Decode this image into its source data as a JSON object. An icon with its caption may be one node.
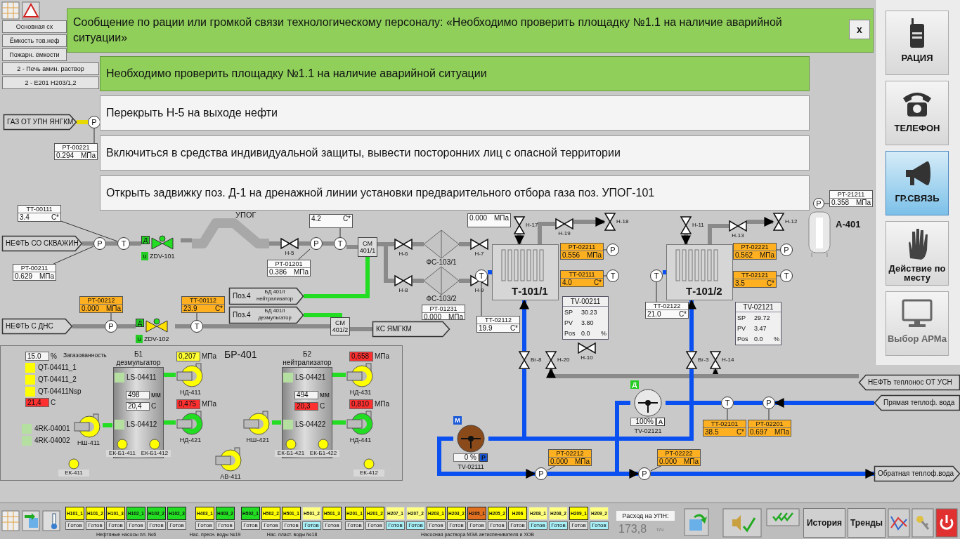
{
  "diagram": {
    "nodes": [
      {
        "text": [
          "Сообщение по рации или громкой связи технологическому персоналу: «Необходимо проверить площадку №1.1 на наличие аварийной ситуации»"
        ]
      },
      {
        "text": [
          "Необходимо проверить площадку №1.1 на наличие аварийной ситуации"
        ]
      },
      {
        "text": [
          "Перекрыть Н-5 на выходе нефти"
        ]
      },
      {
        "text": [
          "Включиться в средства индивидуальной защиты, вывести посторонних лиц с опасной территории"
        ]
      },
      {
        "text": [
          "Открыть задвижку поз. Д-1 на дренажной линии установки предварительного отбора газа поз. УПОГ-101"
        ]
      },
      {
        "text": [
          "РАЦИЯ"
        ]
      },
      {
        "text": [
          "ТЕЛЕФОН"
        ]
      },
      {
        "text": [
          "ГР.СВЯЗЬ"
        ]
      },
      {
        "text": [
          "Действие по месту"
        ]
      },
      {
        "text": [
          "Выбор АРМа"
        ]
      },
      {
        "text": [
          "ГАЗ ОТ УПН ЯНГКМ"
        ]
      },
      {
        "text": [
          "P"
        ]
      },
      {
        "text": [
          "PT-00221",
          "0.294",
          "МПа"
        ]
      },
      {
        "text": [
          "НЕФТЬ СО СКВАЖИН"
        ]
      },
      {
        "text": [
          "P"
        ]
      },
      {
        "text": [
          "T"
        ]
      },
      {
        "text": [
          "TT-00111",
          "3.4",
          "С*"
        ]
      },
      {
        "text": [
          "PT-00211",
          "0.629",
          "МПа"
        ]
      },
      {
        "text": [
          "Д",
          "u",
          "ZDV-101"
        ]
      },
      {
        "text": [
          "УПОГ"
        ]
      },
      {
        "text": [
          "Н-5"
        ]
      },
      {
        "text": [
          "P"
        ]
      },
      {
        "text": [
          "T"
        ]
      },
      {
        "text": [
          "4.2",
          "С*"
        ]
      },
      {
        "text": [
          "PT-01201",
          "0.386",
          "МПа"
        ]
      },
      {
        "text": [
          "СМ 401/1"
        ]
      },
      {
        "text": [
          "Н-6"
        ]
      },
      {
        "text": [
          "ФС-103/1"
        ]
      },
      {
        "text": [
          "Н-7"
        ]
      },
      {
        "text": [
          "Н-8"
        ]
      },
      {
        "text": [
          "ФС-103/2"
        ]
      },
      {
        "text": [
          "Н-9"
        ]
      },
      {
        "text": [
          "0.000",
          "МПа"
        ]
      },
      {
        "text": [
          "PT-01231",
          "0.000",
          "МПа"
        ]
      },
      {
        "text": [
          "Поз.4",
          "БД 401/I нейтрализатор"
        ]
      },
      {
        "text": [
          "Поз.4",
          "БД 401/I дезмульгатор"
        ]
      },
      {
        "text": [
          "НЕФТЬ С ДНС"
        ]
      },
      {
        "text": [
          "P"
        ]
      },
      {
        "text": [
          "PT-00212",
          "0.000",
          "МПа"
        ]
      },
      {
        "text": [
          "Д",
          "u",
          "ZDV-102"
        ]
      },
      {
        "text": [
          "T"
        ]
      },
      {
        "text": [
          "TT-00112",
          "23.9",
          "С*"
        ]
      },
      {
        "text": [
          "СМ 401/2"
        ]
      },
      {
        "text": [
          "КС ЯМГКМ"
        ]
      },
      {
        "text": [
          "БР-401"
        ]
      },
      {
        "text": [
          "Б1 дезмульгатор"
        ],
        "in": 44
      },
      {
        "text": [
          "LS-04411"
        ],
        "in": 45
      },
      {
        "text": [
          "498",
          "мм"
        ],
        "in": 45
      },
      {
        "text": [
          "20,4",
          "С"
        ],
        "in": 45
      },
      {
        "text": [
          "LS-04412"
        ],
        "in": 45
      },
      {
        "text": [
          "ЕК-Б1-411"
        ],
        "in": 45
      },
      {
        "text": [
          "ЕК-Б1-412"
        ],
        "in": 45
      },
      {
        "text": [
          "Б2 нейтрализатор"
        ],
        "in": 44
      },
      {
        "text": [
          "LS-04421"
        ],
        "in": 52
      },
      {
        "text": [
          "494",
          "мм"
        ],
        "in": 52
      },
      {
        "text": [
          "20,3",
          "С"
        ],
        "in": 52
      },
      {
        "text": [
          "LS-04422"
        ],
        "in": 52
      },
      {
        "text": [
          "ЕК-Б1-421"
        ],
        "in": 52
      },
      {
        "text": [
          "ЕК-Б1-422"
        ],
        "in": 52
      },
      {
        "text": [
          "НШ-411"
        ],
        "in": 44
      },
      {
        "text": [
          "НД-411"
        ],
        "in": 44
      },
      {
        "text": [
          "0,207",
          "МПа"
        ],
        "in": 44
      },
      {
        "text": [
          "НД-421"
        ],
        "in": 44
      },
      {
        "text": [
          "0,475",
          "МПа"
        ],
        "in": 44
      },
      {
        "text": [
          "НШ-421"
        ],
        "in": 44
      },
      {
        "text": [
          "НД-431"
        ],
        "in": 44
      },
      {
        "text": [
          "0,658",
          "МПа"
        ],
        "in": 44
      },
      {
        "text": [
          "НД-441"
        ],
        "in": 44
      },
      {
        "text": [
          "0,810",
          "МПа"
        ],
        "in": 44
      },
      {
        "text": [
          "АВ-411"
        ],
        "in": 44
      },
      {
        "text": [
          "ЕК-411"
        ],
        "in": 44
      },
      {
        "text": [
          "ЕК-412"
        ],
        "in": 44
      },
      {
        "text": [
          "15.0",
          "%"
        ],
        "in": 44
      },
      {
        "text": [
          "QT-04411_1"
        ],
        "in": 44
      },
      {
        "text": [
          "QT-04411_2"
        ],
        "in": 44
      },
      {
        "text": [
          "QT-04411Nsp"
        ],
        "in": 44
      },
      {
        "text": [
          "21,4",
          "С"
        ],
        "in": 44
      },
      {
        "text": [
          "4RK-04001"
        ],
        "in": 44
      },
      {
        "text": [
          "4RK-04002"
        ],
        "in": 44
      },
      {
        "text": [
          "Т-101/1"
        ]
      },
      {
        "text": [
          "PT-02211",
          "0.556",
          "МПа"
        ]
      },
      {
        "text": [
          "P"
        ]
      },
      {
        "text": [
          "TT-02111",
          "4.0",
          "С*"
        ]
      },
      {
        "text": [
          "T"
        ]
      },
      {
        "text": [
          "T"
        ]
      },
      {
        "text": [
          "TT-02112",
          "19.9",
          "С*"
        ]
      },
      {
        "text": [
          "TV-00211",
          "SP",
          "30.23",
          "PV",
          "3.80",
          "Pos",
          "0.0",
          "%"
        ]
      },
      {
        "text": [
          "Н-17"
        ]
      },
      {
        "text": [
          "Н-19"
        ]
      },
      {
        "text": [
          "Н-18"
        ]
      },
      {
        "text": [
          "Н-10"
        ]
      },
      {
        "text": [
          "Вг-8"
        ]
      },
      {
        "text": [
          "Н-20"
        ]
      },
      {
        "text": [
          "Т-101/2"
        ]
      },
      {
        "text": [
          "PT-02221",
          "0.562",
          "МПа"
        ]
      },
      {
        "text": [
          "P"
        ]
      },
      {
        "text": [
          "TT-02121",
          "3.5",
          "С*"
        ]
      },
      {
        "text": [
          "T"
        ]
      },
      {
        "text": [
          "T"
        ]
      },
      {
        "text": [
          "TT-02122",
          "21.0",
          "С*"
        ]
      },
      {
        "text": [
          "TV-02121",
          "SP",
          "29.72",
          "PV",
          "3.47",
          "Pos",
          "0.0",
          "%"
        ]
      },
      {
        "text": [
          "Н-11"
        ]
      },
      {
        "text": [
          "Н-13"
        ]
      },
      {
        "text": [
          "Н-12"
        ]
      },
      {
        "text": [
          "Вг-3"
        ]
      },
      {
        "text": [
          "Н-14"
        ]
      },
      {
        "text": [
          "А-401"
        ]
      },
      {
        "text": [
          "PT-21211",
          "0.358",
          "МПа"
        ]
      },
      {
        "text": [
          "P"
        ]
      },
      {
        "text": [
          "Д",
          "100%",
          "A",
          "TV-02121"
        ]
      },
      {
        "text": [
          "M",
          "0 %",
          "P",
          "TV-02111"
        ]
      },
      {
        "text": [
          "T"
        ]
      },
      {
        "text": [
          "P"
        ]
      },
      {
        "text": [
          "TT-02101",
          "38.5",
          "С*"
        ]
      },
      {
        "text": [
          "PT-02201",
          "0.697",
          "МПа"
        ]
      },
      {
        "text": [
          "P"
        ]
      },
      {
        "text": [
          "P"
        ]
      },
      {
        "text": [
          "PT-02212",
          "0.000",
          "МПа"
        ]
      },
      {
        "text": [
          "PT-02222",
          "0.000",
          "МПа"
        ]
      },
      {
        "text": [
          "НЕФТЬ теплонос ОТ УСН"
        ]
      },
      {
        "text": [
          "Прямая теплоф. вода"
        ]
      },
      {
        "text": [
          "Обратная теплоф.вода"
        ]
      }
    ],
    "edges": [
      {
        "from": 10,
        "to": 11,
        "arrow": "none",
        "color": "#e6d800"
      },
      {
        "from": 12,
        "to": 11,
        "arrow": "none"
      },
      {
        "from": 13,
        "to": 14,
        "arrow": "none"
      },
      {
        "from": 14,
        "to": 15,
        "arrow": "none"
      },
      {
        "from": 15,
        "to": 18,
        "arrow": "none"
      },
      {
        "from": 18,
        "to": 19,
        "arrow": "none"
      },
      {
        "from": 19,
        "to": 20,
        "arrow": "none"
      },
      {
        "from": 20,
        "to": 21,
        "arrow": "none"
      },
      {
        "from": 21,
        "to": 22,
        "arrow": "none"
      },
      {
        "from": 22,
        "to": 25,
        "arrow": "none"
      },
      {
        "from": 16,
        "to": 15,
        "arrow": "none"
      },
      {
        "from": 17,
        "to": 14,
        "arrow": "none"
      },
      {
        "from": 23,
        "to": 22,
        "arrow": "none"
      },
      {
        "from": 24,
        "to": 21,
        "arrow": "none"
      },
      {
        "from": 25,
        "to": 26,
        "arrow": "none"
      },
      {
        "from": 26,
        "to": 27,
        "arrow": "none"
      },
      {
        "from": 27,
        "to": 28,
        "arrow": "none"
      },
      {
        "from": 25,
        "to": 29,
        "arrow": "none"
      },
      {
        "from": 29,
        "to": 30,
        "arrow": "none"
      },
      {
        "from": 30,
        "to": 31,
        "arrow": "none"
      },
      {
        "from": 34,
        "to": 25,
        "arrow": "none",
        "color": "#22dd22"
      },
      {
        "from": 35,
        "to": 42,
        "arrow": "none",
        "color": "#22dd22"
      },
      {
        "from": 36,
        "to": 37,
        "arrow": "none"
      },
      {
        "from": 37,
        "to": 39,
        "arrow": "none"
      },
      {
        "from": 39,
        "to": 40,
        "arrow": "none"
      },
      {
        "from": 40,
        "to": 42,
        "arrow": "none"
      },
      {
        "from": 42,
        "to": 43,
        "arrow": "none"
      },
      {
        "from": 38,
        "to": 37,
        "arrow": "none"
      },
      {
        "from": 41,
        "to": 40,
        "arrow": "none"
      },
      {
        "from": 59,
        "to": 45,
        "arrow": "none",
        "color": "#22dd22"
      },
      {
        "from": 45,
        "to": 60,
        "arrow": "none",
        "color": "#22dd22"
      },
      {
        "from": 45,
        "to": 62,
        "arrow": "none",
        "color": "#22dd22"
      },
      {
        "from": 64,
        "to": 52,
        "arrow": "none",
        "color": "#22dd22"
      },
      {
        "from": 52,
        "to": 65,
        "arrow": "none",
        "color": "#22dd22"
      },
      {
        "from": 52,
        "to": 67,
        "arrow": "none",
        "color": "#22dd22"
      },
      {
        "from": 119,
        "to": 105,
        "arrow": "to"
      },
      {
        "from": 119,
        "to": 92,
        "arrow": "to"
      },
      {
        "from": 87,
        "to": 79,
        "arrow": "to"
      },
      {
        "from": 79,
        "to": 88,
        "arrow": "none"
      },
      {
        "from": 88,
        "to": 89,
        "arrow": "to"
      },
      {
        "from": 84,
        "to": 79,
        "arrow": "none",
        "color": "#0a50f0"
      },
      {
        "from": 80,
        "to": 81,
        "arrow": "none"
      },
      {
        "from": 82,
        "to": 83,
        "arrow": "none"
      },
      {
        "from": 85,
        "to": 84,
        "arrow": "none"
      },
      {
        "from": 101,
        "to": 93,
        "arrow": "to"
      },
      {
        "from": 93,
        "to": 102,
        "arrow": "none"
      },
      {
        "from": 102,
        "to": 103,
        "arrow": "to"
      },
      {
        "from": 98,
        "to": 93,
        "arrow": "none",
        "color": "#0a50f0"
      },
      {
        "from": 94,
        "to": 95,
        "arrow": "none"
      },
      {
        "from": 96,
        "to": 97,
        "arrow": "none"
      },
      {
        "from": 99,
        "to": 98,
        "arrow": "none"
      },
      {
        "from": 107,
        "to": 108,
        "arrow": "none"
      },
      {
        "from": 104,
        "to": 93,
        "arrow": "to",
        "color": "#0a50f0"
      },
      {
        "from": 91,
        "to": 79,
        "arrow": "to",
        "color": "#0a50f0"
      },
      {
        "from": 120,
        "to": 112,
        "arrow": "to",
        "color": "#0a50f0"
      },
      {
        "from": 112,
        "to": 111,
        "arrow": "none",
        "color": "#0a50f0"
      },
      {
        "from": 111,
        "to": 109,
        "arrow": "none",
        "color": "#0a50f0"
      },
      {
        "from": 110,
        "to": 91,
        "arrow": "none",
        "color": "#0a50f0"
      },
      {
        "from": 110,
        "to": 104,
        "arrow": "none",
        "color": "#0a50f0"
      },
      {
        "from": 110,
        "to": 115,
        "arrow": "to",
        "color": "#0a50f0"
      },
      {
        "from": 115,
        "to": 116,
        "arrow": "none",
        "color": "#0a50f0"
      },
      {
        "from": 116,
        "to": 121,
        "arrow": "to",
        "color": "#0a50f0"
      },
      {
        "from": 109,
        "to": 116,
        "arrow": "to",
        "color": "#0a50f0"
      },
      {
        "from": 113,
        "to": 111,
        "arrow": "none"
      },
      {
        "from": 114,
        "to": 112,
        "arrow": "none"
      },
      {
        "from": 117,
        "to": 115,
        "arrow": "none"
      },
      {
        "from": 118,
        "to": 116,
        "arrow": "none"
      }
    ],
    "labels": [
      "Основная сх",
      "Ёмкость тов.неф",
      "Пожарн. ёмкости",
      "2 - Печь амин. раствор",
      "2 - Е201 Н203/1,2",
      "x",
      "Загазованность",
      "Н101_1",
      "Готов",
      "Н101_2",
      "Готов",
      "Н101_3",
      "Готов",
      "Н102_1",
      "Готов",
      "Н102_2",
      "Готов",
      "Н102_3",
      "Готов",
      "Н403_1",
      "Готов",
      "Н403_2",
      "Готов",
      "Н502_1",
      "Готов",
      "Н502_2",
      "Готов",
      "Н501_1",
      "Готов",
      "Н501_2",
      "Готов",
      "Н501_3",
      "Готов",
      "Н201_1",
      "Готов",
      "Н201_2",
      "Готов",
      "Н207_1",
      "Готов",
      "Н207_2",
      "Готов",
      "Н203_1",
      "Готов",
      "Н203_2",
      "Готов",
      "Н205_1",
      "Готов",
      "Н205_2",
      "Готов",
      "Н206",
      "Готов",
      "Н208_1",
      "Готов",
      "Н208_2",
      "Готов",
      "Н209_1",
      "Готов",
      "Н209_2",
      "Готов",
      "Нефтяные насосы пл. №6",
      "Нас. пресн. воды №19",
      "Нас. пласт. воды №18",
      "Насосная раствора МЭА антиспенивателя и ХОВ",
      "Расход на УПН:",
      "173,8",
      "т/ч",
      "История",
      "Тренды"
    ]
  }
}
